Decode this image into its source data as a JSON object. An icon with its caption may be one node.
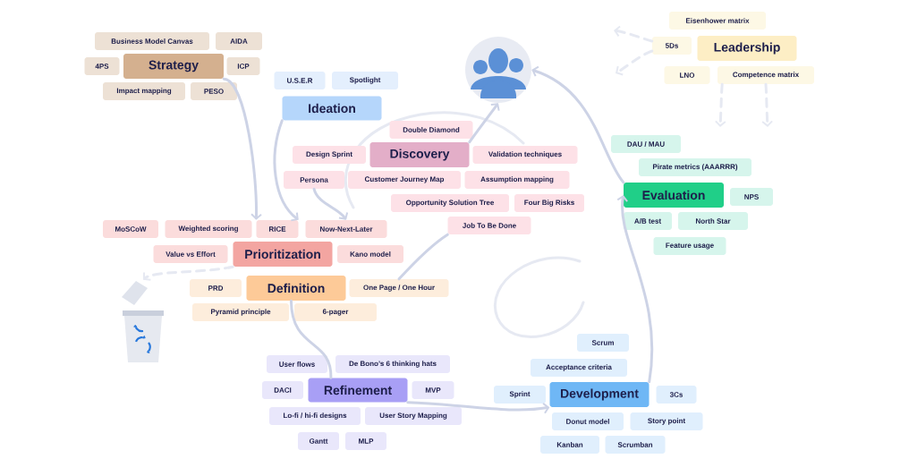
{
  "diagram": {
    "nodes": [
      {
        "text": [
          "Strategy"
        ]
      },
      {
        "text": [
          "Business Model Canvas"
        ]
      },
      {
        "text": [
          "AIDA"
        ]
      },
      {
        "text": [
          "4PS"
        ]
      },
      {
        "text": [
          "ICP"
        ]
      },
      {
        "text": [
          "Impact mapping"
        ]
      },
      {
        "text": [
          "PESO"
        ]
      },
      {
        "text": [
          "Ideation"
        ]
      },
      {
        "text": [
          "U.S.E.R"
        ]
      },
      {
        "text": [
          "Spotlight"
        ]
      },
      {
        "text": [
          "Discovery"
        ]
      },
      {
        "text": [
          "Double Diamond"
        ]
      },
      {
        "text": [
          "Design Sprint"
        ]
      },
      {
        "text": [
          "Validation techniques"
        ]
      },
      {
        "text": [
          "Persona"
        ]
      },
      {
        "text": [
          "Customer Journey Map"
        ]
      },
      {
        "text": [
          "Assumption mapping"
        ]
      },
      {
        "text": [
          "Opportunity Solution Tree"
        ]
      },
      {
        "text": [
          "Four Big Risks"
        ]
      },
      {
        "text": [
          "Job To Be Done"
        ]
      },
      {
        "text": [
          "Prioritization"
        ]
      },
      {
        "text": [
          "MoSCoW"
        ]
      },
      {
        "text": [
          "Weighted scoring"
        ]
      },
      {
        "text": [
          "RICE"
        ]
      },
      {
        "text": [
          "Now-Next-Later"
        ]
      },
      {
        "text": [
          "Value vs Effort"
        ]
      },
      {
        "text": [
          "Kano model"
        ]
      },
      {
        "text": [
          "Definition"
        ]
      },
      {
        "text": [
          "PRD"
        ]
      },
      {
        "text": [
          "One Page / One Hour"
        ]
      },
      {
        "text": [
          "Pyramid principle"
        ]
      },
      {
        "text": [
          "6-pager"
        ]
      },
      {
        "text": [
          "Refinement"
        ]
      },
      {
        "text": [
          "User flows"
        ]
      },
      {
        "text": [
          "De Bono’s 6 thinking hats"
        ]
      },
      {
        "text": [
          "DACI"
        ]
      },
      {
        "text": [
          "MVP"
        ]
      },
      {
        "text": [
          "Lo-fi / hi-fi designs"
        ]
      },
      {
        "text": [
          "User Story Mapping"
        ]
      },
      {
        "text": [
          "Gantt"
        ]
      },
      {
        "text": [
          "MLP"
        ]
      },
      {
        "text": [
          "Development"
        ]
      },
      {
        "text": [
          "Scrum"
        ]
      },
      {
        "text": [
          "Acceptance criteria"
        ]
      },
      {
        "text": [
          "Sprint"
        ]
      },
      {
        "text": [
          "3Cs"
        ]
      },
      {
        "text": [
          "Donut model"
        ]
      },
      {
        "text": [
          "Story point"
        ]
      },
      {
        "text": [
          "Kanban"
        ]
      },
      {
        "text": [
          "Scrumban"
        ]
      },
      {
        "text": [
          "Evaluation"
        ]
      },
      {
        "text": [
          "DAU / MAU"
        ]
      },
      {
        "text": [
          "Pirate metrics (AAARRR)"
        ]
      },
      {
        "text": [
          "NPS"
        ]
      },
      {
        "text": [
          "A/B test"
        ]
      },
      {
        "text": [
          "North Star"
        ]
      },
      {
        "text": [
          "Feature usage"
        ]
      },
      {
        "text": [
          "Leadership"
        ]
      },
      {
        "text": [
          "Eisenhower matrix"
        ]
      },
      {
        "text": [
          "5Ds"
        ]
      },
      {
        "text": [
          "LNO"
        ]
      },
      {
        "text": [
          "Competence matrix"
        ]
      },
      {
        "text": [],
        "shape": "picture"
      },
      {
        "text": [],
        "shape": "picture"
      }
    ],
    "edges": [
      {
        "from": 0,
        "to": 23,
        "arrow": "to"
      },
      {
        "from": 7,
        "to": 23,
        "arrow": "to"
      },
      {
        "from": 14,
        "to": 24,
        "arrow": "to"
      },
      {
        "from": 20,
        "to": 63,
        "arrow": "to",
        "style": "dashed"
      },
      {
        "from": 27,
        "to": 32,
        "arrow": "none"
      },
      {
        "from": 32,
        "to": 41,
        "arrow": "to"
      },
      {
        "from": 41,
        "to": 50,
        "arrow": "to"
      },
      {
        "from": 50,
        "to": 62,
        "arrow": "to"
      },
      {
        "from": 29,
        "to": 19,
        "arrow": "none"
      },
      {
        "from": 10,
        "to": 62,
        "arrow": "to"
      },
      {
        "from": 59,
        "to": null,
        "arrow": "to",
        "style": "dashed"
      },
      {
        "from": 59,
        "to": null,
        "arrow": "to",
        "style": "dashed"
      },
      {
        "from": 61,
        "to": null,
        "arrow": "to",
        "style": "dashed"
      },
      {
        "from": 61,
        "to": null,
        "arrow": "to",
        "style": "dashed"
      }
    ]
  }
}
